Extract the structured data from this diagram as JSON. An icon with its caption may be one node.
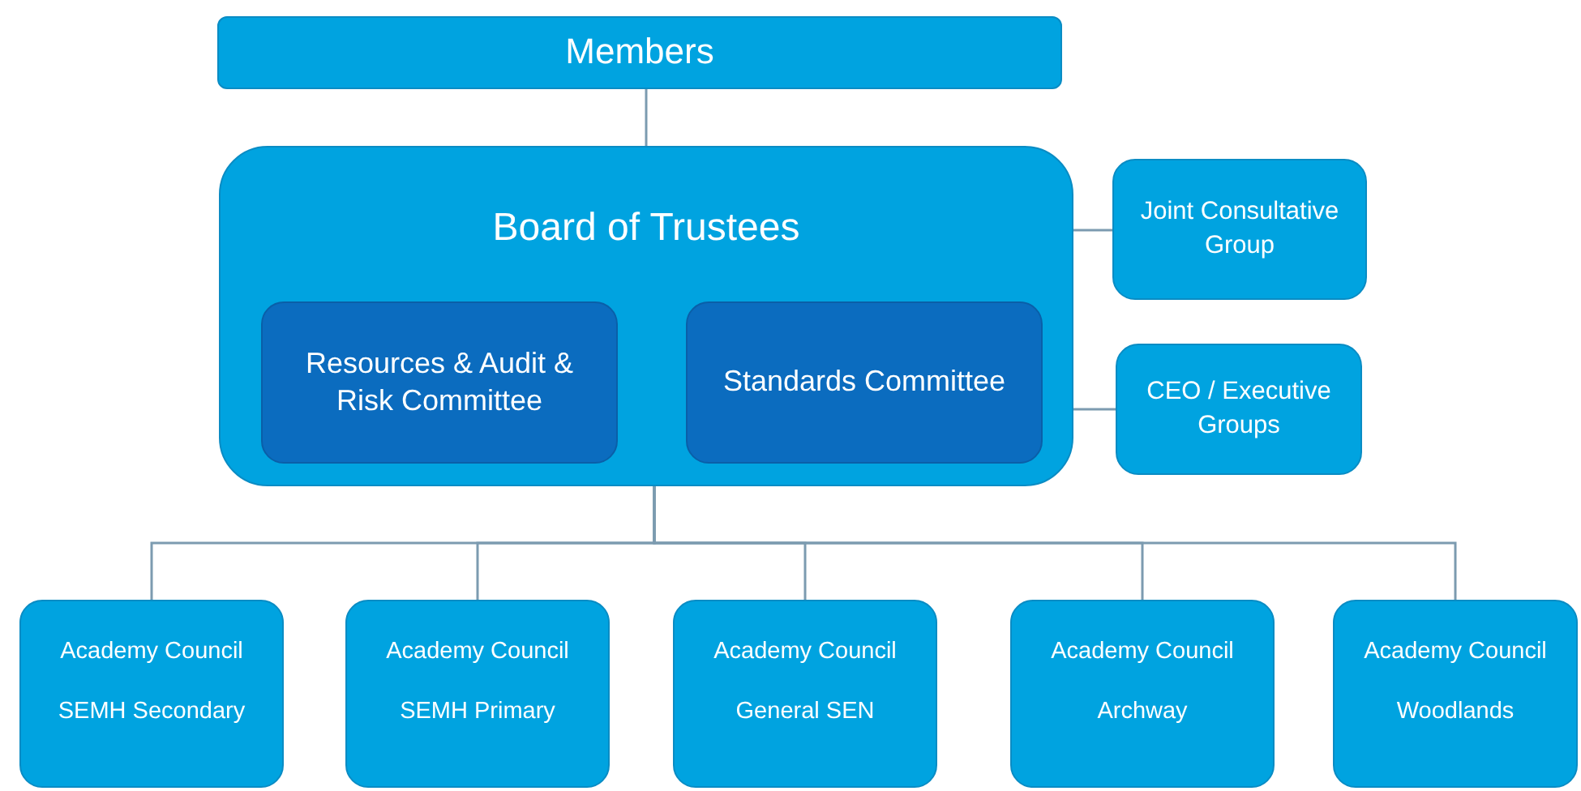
{
  "diagram": {
    "nodes": [
      {
        "text": [
          "Members"
        ]
      },
      {
        "text": [
          "Board of Trustees"
        ]
      },
      {
        "text": [
          "Resources & Audit & Risk Committee"
        ],
        "in": 1
      },
      {
        "text": [
          "Standards Committee"
        ],
        "in": 1
      },
      {
        "text": [
          "Joint Consultative Group"
        ]
      },
      {
        "text": [
          "CEO / Executive Groups"
        ]
      },
      {
        "text": [
          "Academy Council",
          "SEMH Secondary"
        ]
      },
      {
        "text": [
          "Academy Council",
          "SEMH Primary"
        ]
      },
      {
        "text": [
          "Academy Council",
          "General SEN"
        ]
      },
      {
        "text": [
          "Academy Council",
          "Archway"
        ]
      },
      {
        "text": [
          "Academy Council",
          "Woodlands"
        ]
      }
    ],
    "edges": [
      {
        "from": 0,
        "to": 1,
        "arrow": "none"
      },
      {
        "from": 1,
        "to": 4,
        "arrow": "none"
      },
      {
        "from": 1,
        "to": 5,
        "arrow": "none"
      },
      {
        "from": 1,
        "to": 6,
        "arrow": "none"
      },
      {
        "from": 1,
        "to": 7,
        "arrow": "none"
      },
      {
        "from": 1,
        "to": 8,
        "arrow": "none"
      },
      {
        "from": 1,
        "to": 9,
        "arrow": "none"
      },
      {
        "from": 1,
        "to": 10,
        "arrow": "none"
      }
    ]
  }
}
